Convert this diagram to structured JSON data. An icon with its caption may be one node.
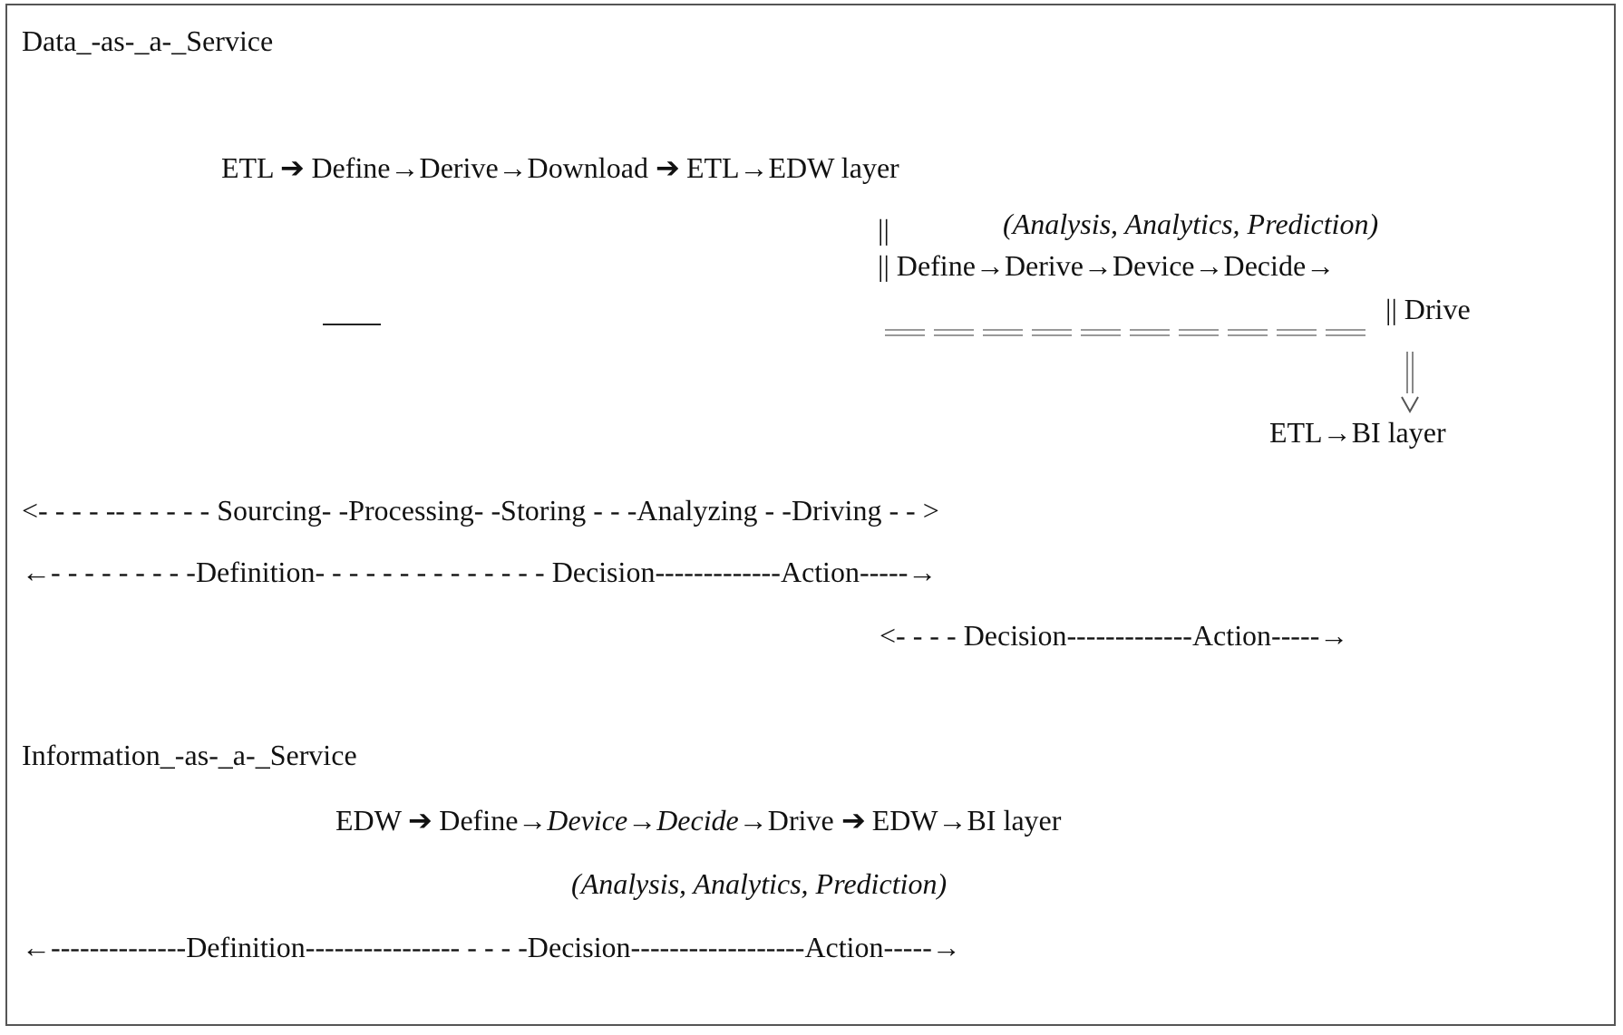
{
  "diagram": {
    "labels": [
      "Data_-as-_a-_Service",
      "ETL ➔ Define→Derive→Download ➔ ETL→EDW layer",
      "||",
      "(Analysis, Analytics, Prediction)",
      "|| Define→Derive→Device→Decide→",
      "|| Drive",
      "ETL→BI layer",
      "<- - - - -- - - - - - Sourcing- -Processing- -Storing - - -Analyzing - -Driving - - >",
      "←- - - - - - - - -Definition- - - - - - - - - - - - - - Decision-------------Action-----→",
      "<- - - - Decision-------------Action-----→",
      "Information_-as-_a-_Service",
      "EDW ➔ Define→*Device*→*Decide*→Drive  ➔ EDW→BI layer",
      "(Analysis, Analytics, Prediction)",
      "←--------------Definition---------------- - - - -Decision------------------Action-----→"
    ]
  }
}
